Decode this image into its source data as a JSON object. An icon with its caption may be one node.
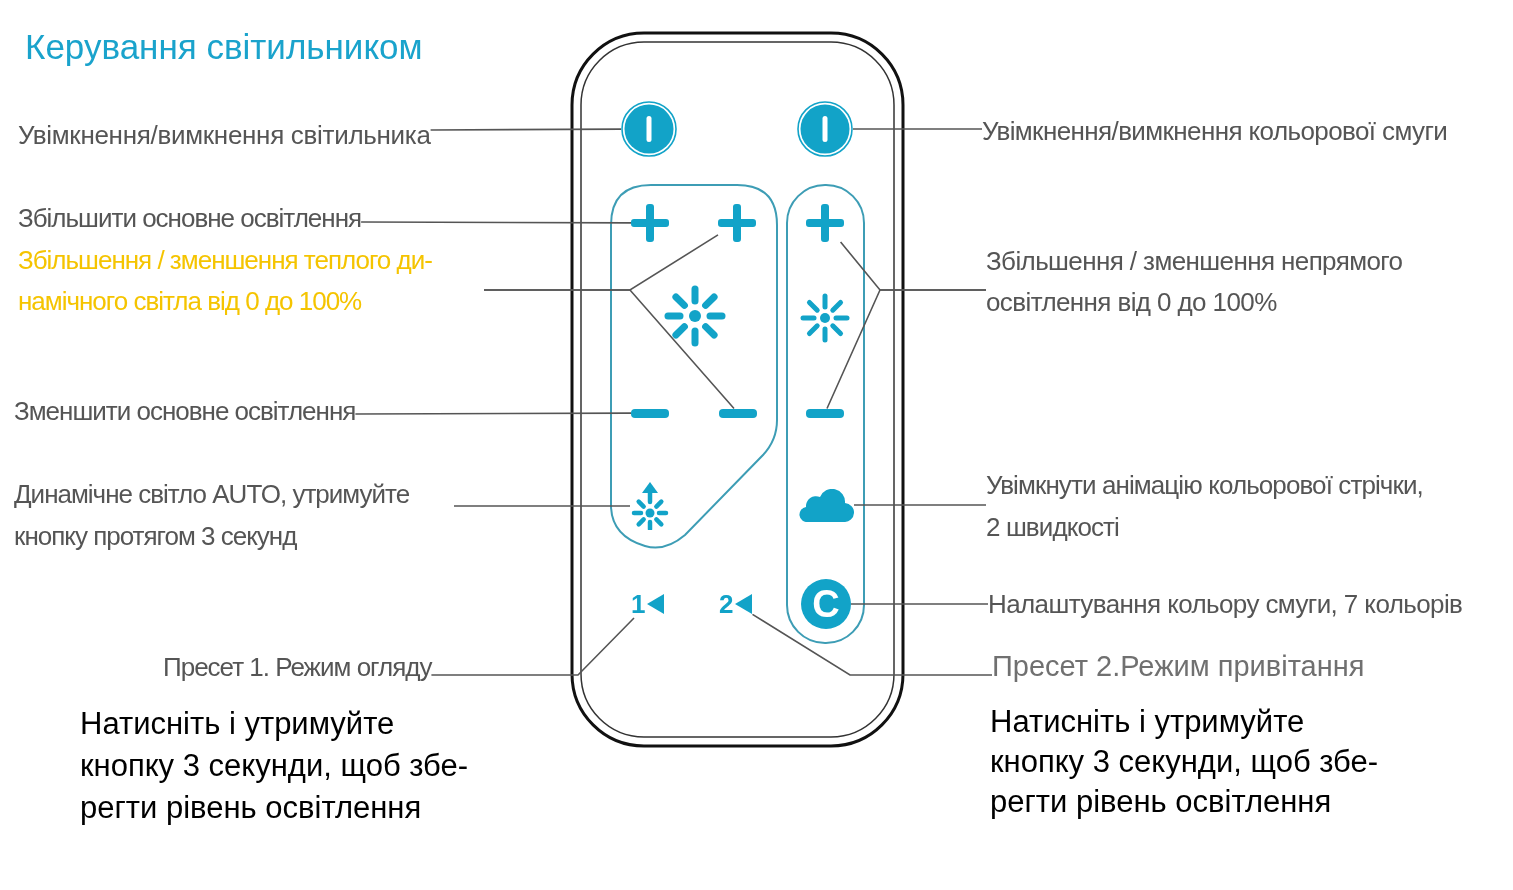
{
  "diagram": {
    "title": "Керування світильником",
    "nodes": [
      {
        "text": [
          "Увімкнення/вимкнення світильника"
        ]
      },
      {
        "text": [
          "Збільшити основне освітлення"
        ]
      },
      {
        "text": [
          "Збільшення / зменшення теплого ди-намічного світла від 0 до 100%"
        ]
      },
      {
        "text": [
          "Зменшити основне освітлення"
        ]
      },
      {
        "text": [
          "Динамічне світло AUTO, утримуйте кнопку протягом 3 секунд"
        ]
      },
      {
        "text": [
          "Пресет 1. Режим огляду"
        ]
      },
      {
        "text": [],
        "shape": "circle"
      },
      {
        "text": [],
        "shape": "circle"
      },
      {
        "text": [],
        "shape": "plus"
      },
      {
        "text": [],
        "shape": "plus"
      },
      {
        "text": [],
        "shape": "plus"
      },
      {
        "text": [],
        "shape": "minus"
      },
      {
        "text": [],
        "shape": "minus"
      },
      {
        "text": [],
        "shape": "minus"
      },
      {
        "text": [],
        "shape": "sun"
      },
      {
        "text": [],
        "shape": "cloud"
      },
      {
        "text": [
          "1"
        ]
      },
      {
        "text": [
          "2"
        ]
      },
      {
        "text": [
          "C"
        ]
      },
      {
        "text": [
          "Увімкнення/вимкнення кольорової смуги"
        ]
      },
      {
        "text": [
          "Збільшення / зменшення непрямого освітлення від 0 до 100%"
        ]
      },
      {
        "text": [
          "Увімкнути анімацію кольорової стрічки, 2 швидкості"
        ]
      },
      {
        "text": [
          "Налаштування кольору смуги, 7 кольорів"
        ]
      },
      {
        "text": [
          "Пресет 2.Режим привітання"
        ]
      }
    ],
    "edges": [
      {
        "from": 0,
        "to": 6,
        "arrow": "none"
      },
      {
        "from": 1,
        "to": 8,
        "arrow": "none"
      },
      {
        "from": 2,
        "to": 9,
        "arrow": "none"
      },
      {
        "from": 2,
        "to": 12,
        "arrow": "none"
      },
      {
        "from": 3,
        "to": 11,
        "arrow": "none"
      },
      {
        "from": 4,
        "to": 14,
        "arrow": "none"
      },
      {
        "from": 5,
        "to": 16,
        "arrow": "none"
      },
      {
        "from": 19,
        "to": 7,
        "arrow": "none"
      },
      {
        "from": 20,
        "to": 10,
        "arrow": "none"
      },
      {
        "from": 20,
        "to": 13,
        "arrow": "none"
      },
      {
        "from": 21,
        "to": 15,
        "arrow": "none"
      },
      {
        "from": 22,
        "to": 18,
        "arrow": "none"
      },
      {
        "from": 23,
        "to": 17,
        "arrow": "none"
      }
    ],
    "labels": [
      "Натисніть і утримуйте кнопку 3 секунди, щоб збе-регти рівень освітлення",
      "Натисніть і утримуйте кнопку 3 секунди, щоб збе-регти рівень освітлення"
    ]
  }
}
